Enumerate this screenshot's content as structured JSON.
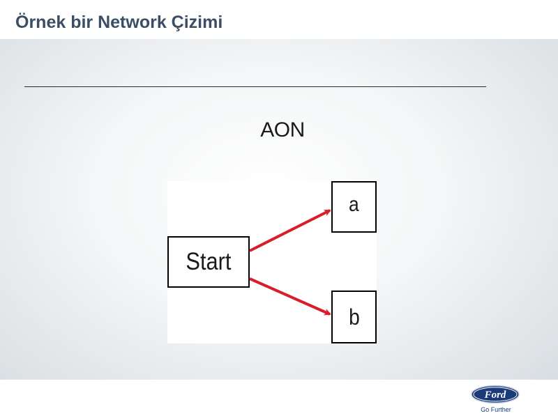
{
  "slide": {
    "title": "Örnek bir Network Çizimi"
  },
  "diagram": {
    "heading": "AON",
    "nodes": {
      "start": "Start",
      "a": "a",
      "b": "b"
    },
    "edges": [
      {
        "from": "Start",
        "to": "a"
      },
      {
        "from": "Start",
        "to": "b"
      }
    ],
    "arrow_color": "#d81e2a"
  },
  "footer": {
    "logo_text": "Ford",
    "tagline": "Go Further",
    "logo_color": "#1a3a7a"
  }
}
